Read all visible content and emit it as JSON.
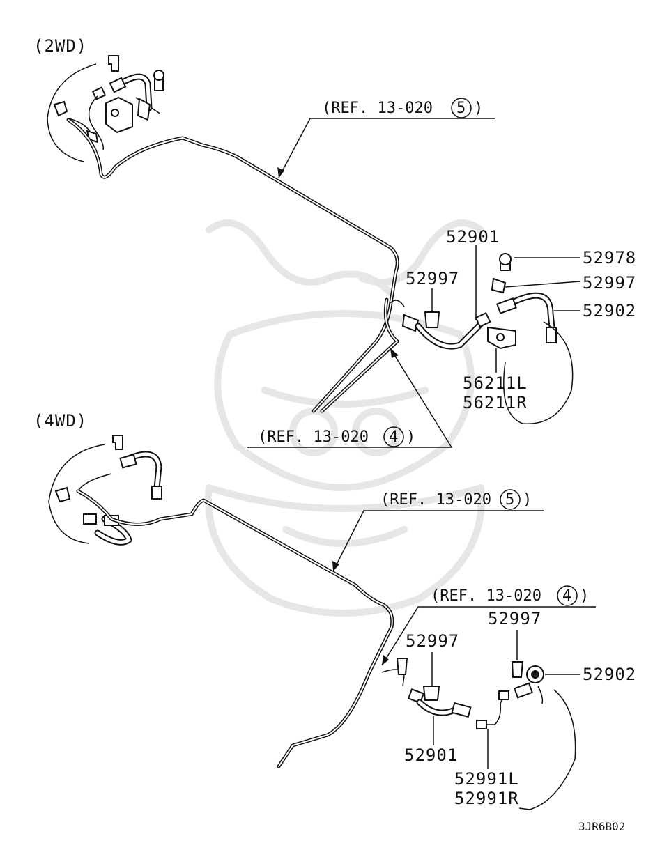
{
  "sections": {
    "top": {
      "label": "(2WD)"
    },
    "bottom": {
      "label": "(4WD)"
    }
  },
  "refs": {
    "ref_top_5": {
      "text": "(REF. 13-020",
      "circled": "5",
      "close": ")"
    },
    "ref_top_4": {
      "text": "(REF. 13-020",
      "circled": "4",
      "close": ")"
    },
    "ref_bot_5": {
      "text": "(REF. 13-020",
      "circled": "5",
      "close": ")"
    },
    "ref_bot_4": {
      "text": "(REF. 13-020",
      "circled": "4",
      "close": ")"
    }
  },
  "parts_top": {
    "p52901": "52901",
    "p52978": "52978",
    "p52997_left": "52997",
    "p52997_right": "52997",
    "p52902": "52902",
    "p56211L": "56211L",
    "p56211R": "56211R"
  },
  "parts_bottom": {
    "p52997_top": "52997",
    "p52997_left": "52997",
    "p52902": "52902",
    "p52901": "52901",
    "p52991L": "52991L",
    "p52991R": "52991R"
  },
  "diagram_code": "3JR6B02"
}
